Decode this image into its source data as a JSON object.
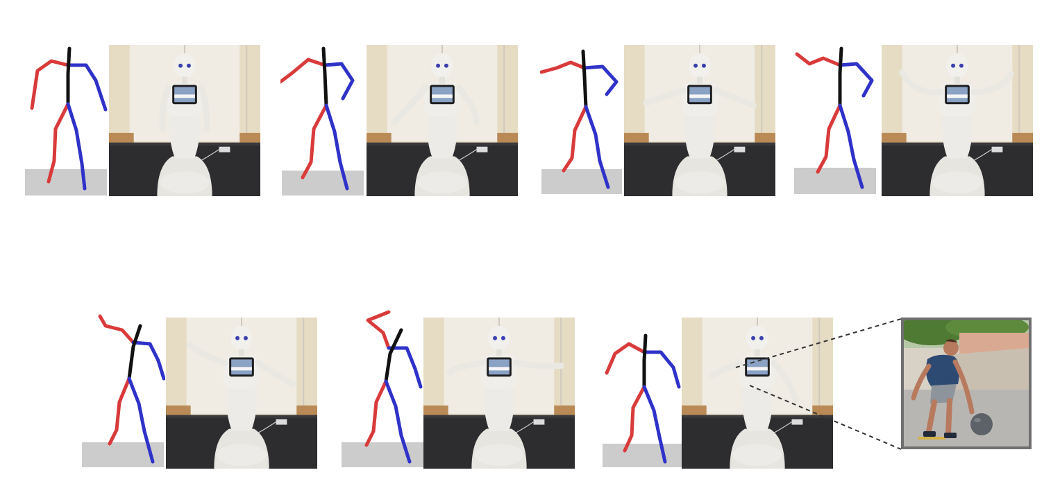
{
  "figure": {
    "colors": {
      "left_limbs": "#d93a3a",
      "right_limbs": "#2f32c8",
      "spine": "#111111",
      "ground": "#cccccc",
      "wall": "#e8e0cc",
      "door": "#eeeae2",
      "floor": "#2d2d30",
      "robot": "#ecebe7",
      "frame": "#6f6f6f"
    },
    "rows": [
      {
        "name": "top-row",
        "frames": 4
      },
      {
        "name": "bottom-row",
        "frames": 3
      }
    ],
    "inset": {
      "description_icon": "person-with-ball-photo-icon"
    }
  }
}
